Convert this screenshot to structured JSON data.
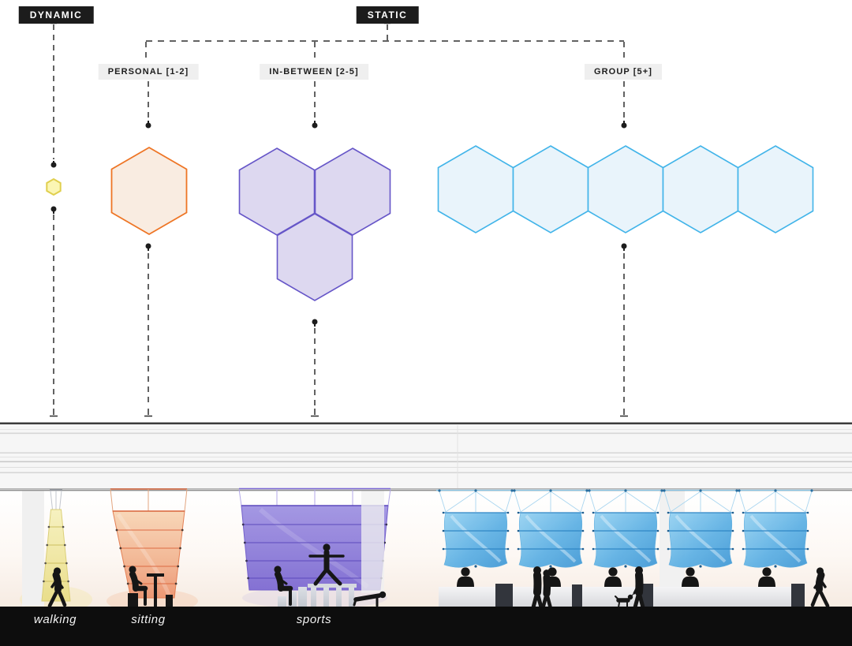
{
  "header": {
    "dynamic": "DYNAMIC",
    "static": "STATIC"
  },
  "categories": [
    {
      "id": "personal",
      "label": "PERSONAL [1-2]",
      "hexagons": 1,
      "stroke": "#ee7525",
      "fill": "#f9ece1"
    },
    {
      "id": "in-between",
      "label": "IN-BETWEEN [2-5]",
      "hexagons": 3,
      "stroke": "#6656c8",
      "fill": "#ddd8f0"
    },
    {
      "id": "group",
      "label": "GROUP [5+]",
      "hexagons": 5,
      "stroke": "#41b4e9",
      "fill": "#e9f4fb"
    }
  ],
  "dynamic_marker": {
    "shape": "small-hexagon",
    "stroke": "#e0cf4e",
    "fill": "#fbf6b4"
  },
  "scene": {
    "activity_labels": [
      "walking",
      "sitting",
      "sports"
    ],
    "canopy_colors": {
      "walking": "#ece384",
      "sitting": "#ef9f78",
      "sports": "#8674d6",
      "group": "#54a9e0"
    },
    "ground_color": "#0d0d0d"
  },
  "colors": {
    "tag_background": "#1c1c1c",
    "category_background": "#efefef",
    "dash_line": "#2e2e2e",
    "band_background": "#f6f6f6"
  }
}
